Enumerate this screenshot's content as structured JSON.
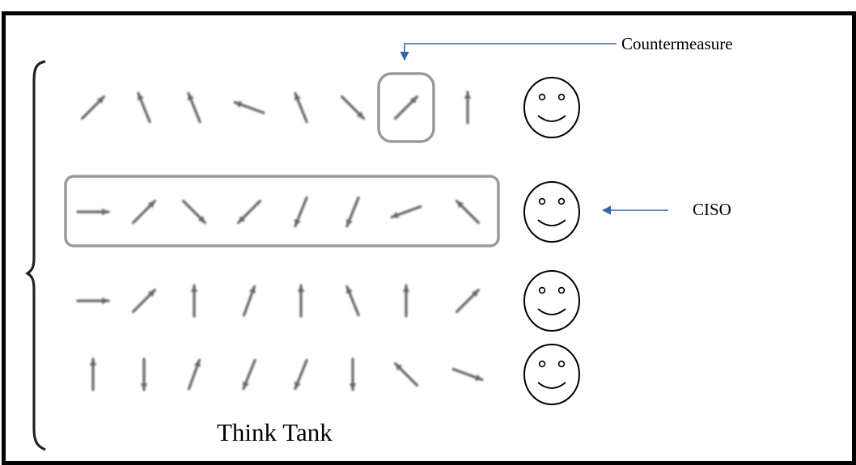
{
  "labels": {
    "countermeasure": "Countermeasure",
    "ciso": "CISO",
    "think_tank": "Think Tank"
  },
  "colors": {
    "arrow": "#666666",
    "highlight_box": "#9a9a9a",
    "pointer": "#3a63a8",
    "face": "#000000"
  },
  "rows": [
    {
      "arrows": [
        "northeast",
        "north-northwest",
        "north-northwest",
        "west-northwest",
        "north-northwest",
        "southeast",
        "northeast",
        "north"
      ],
      "highlighted_arrow": 6,
      "face": "smiley-face"
    },
    {
      "arrows": [
        "east",
        "northeast",
        "southeast",
        "southwest",
        "south-southwest",
        "south-southwest",
        "west-southwest",
        "northwest"
      ],
      "row_highlighted": true,
      "face": "smiley-face"
    },
    {
      "arrows": [
        "east",
        "northeast",
        "north",
        "north-northeast",
        "north",
        "north-northwest",
        "north",
        "northeast"
      ],
      "face": "smiley-face"
    },
    {
      "arrows": [
        "north",
        "south",
        "north-northeast",
        "south-southwest",
        "south-southwest",
        "south",
        "northwest",
        "east-southeast"
      ],
      "face": "smiley-face"
    }
  ]
}
